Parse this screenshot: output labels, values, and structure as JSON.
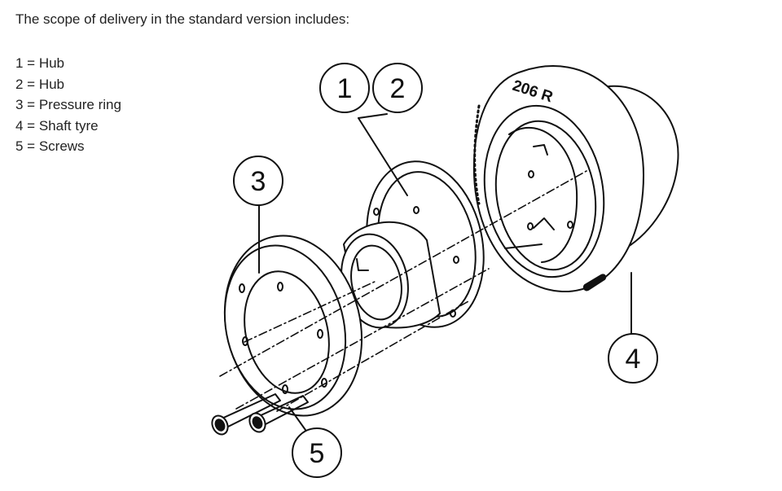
{
  "intro": "The scope of delivery in the standard version includes:",
  "parts": [
    {
      "number": "1",
      "label": "1 = Hub"
    },
    {
      "number": "2",
      "label": "2 = Hub"
    },
    {
      "number": "3",
      "label": "3 = Pressure ring"
    },
    {
      "number": "4",
      "label": "4 = Shaft tyre"
    },
    {
      "number": "5",
      "label": "5 = Screws"
    }
  ],
  "tyre_marking": "206 R"
}
